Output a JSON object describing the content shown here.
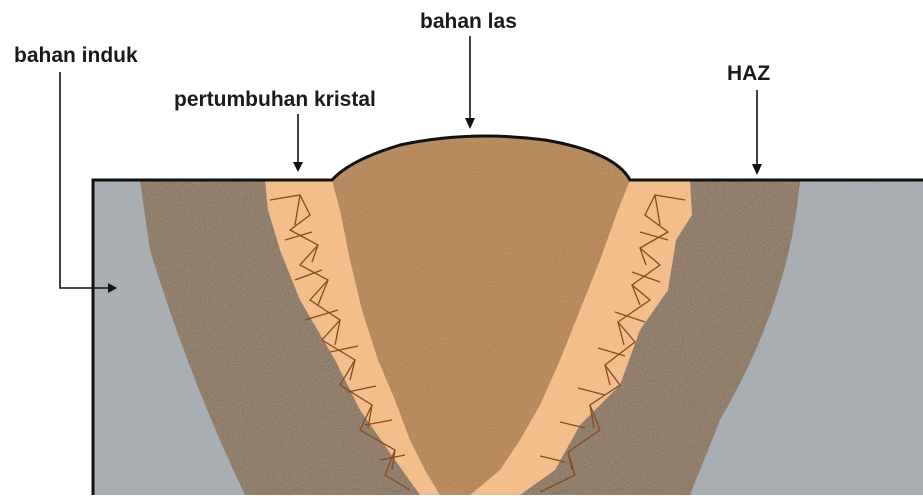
{
  "diagram": {
    "labels": {
      "parent_material": "bahan induk",
      "crystal_growth": "pertumbuhan kristal",
      "weld_material": "bahan las",
      "haz": "HAZ"
    },
    "colors": {
      "base_metal": "#a8aeb3",
      "haz_zone": "#8c7a66",
      "grain_zone": "#f1be8c",
      "grain_lines": "#8a4a1c",
      "weld_pool": "#b58658",
      "outline": "#111111"
    }
  }
}
